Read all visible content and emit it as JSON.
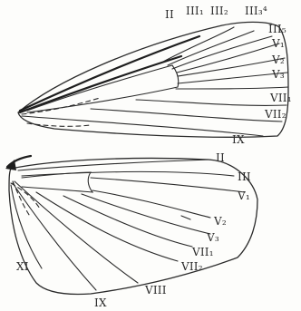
{
  "forewing": {
    "labels": {
      "II": "II",
      "III1": "III₁",
      "III2": "III₂",
      "III34": "III₃⁴",
      "III5": "III₅",
      "V1": "V₁",
      "V2": "V₂",
      "V3": "V₃",
      "VII1": "VII₁",
      "VII2": "VII₂",
      "IX": "IX"
    }
  },
  "hindwing": {
    "labels": {
      "II": "II",
      "III": "III",
      "V1": "V₁",
      "V2": "V₂",
      "V3": "V₃",
      "VII1": "VII₁",
      "VII2": "VII₂",
      "VIII": "VIII",
      "IX": "IX",
      "XI": "XI"
    }
  },
  "colors": {
    "ink": "#2b2b2b",
    "paper": "#fdfdfb"
  }
}
